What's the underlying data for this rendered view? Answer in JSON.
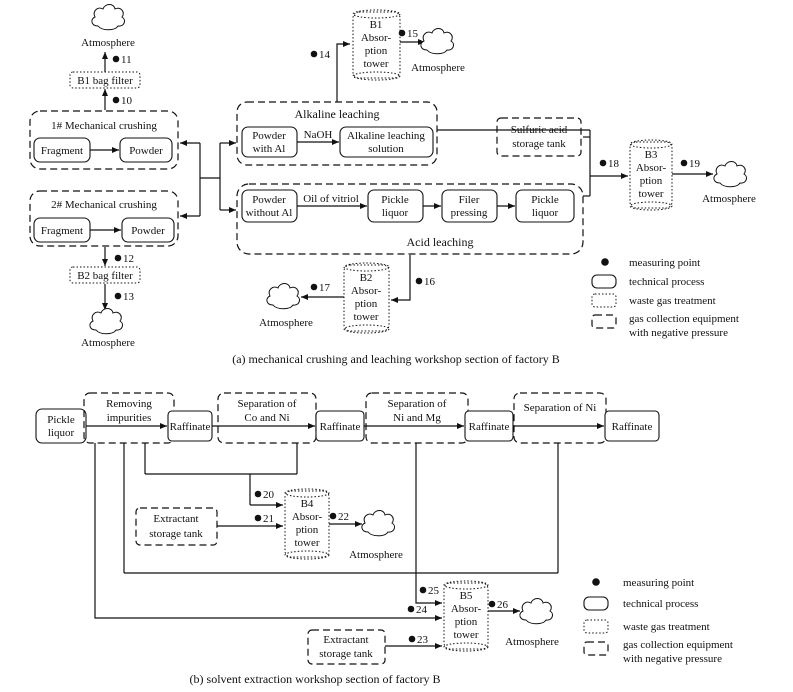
{
  "section_a": {
    "caption": "(a) mechanical crushing and leaching workshop section of factory B",
    "crush1": {
      "title": "1# Mechanical crushing",
      "fragment": "Fragment",
      "powder": "Powder"
    },
    "crush2": {
      "title": "2# Mechanical crushing",
      "fragment": "Fragment",
      "powder": "Powder"
    },
    "bag_filter_1": "B1 bag filter",
    "bag_filter_2": "B2 bag filter",
    "atm": "Atmosphere",
    "alkaline": {
      "title": "Alkaline leaching",
      "powder_l1": "Powder",
      "powder_l2": "with Al",
      "reagent": "NaOH",
      "solution_l1": "Alkaline leaching",
      "solution_l2": "solution"
    },
    "acid": {
      "title": "Acid leaching",
      "powder_l1": "Powder",
      "powder_l2": "without Al",
      "reagent": "Oil of vitriol",
      "pickle1_l1": "Pickle",
      "pickle1_l2": "liquor",
      "filter_l1": "Filer",
      "filter_l2": "pressing",
      "pickle2_l1": "Pickle",
      "pickle2_l2": "liquor"
    },
    "sulfuric_tank": {
      "l1": "Sulfuric acid",
      "l2": "storage tank"
    },
    "tower_b1": {
      "l1": "B1",
      "l2": "Absor-",
      "l3": "ption",
      "l4": "tower"
    },
    "tower_b2": {
      "l1": "B2",
      "l2": "Absor-",
      "l3": "ption",
      "l4": "tower"
    },
    "tower_b3": {
      "l1": "B3",
      "l2": "Absor-",
      "l3": "ption",
      "l4": "tower"
    },
    "points": {
      "p10": "10",
      "p11": "11",
      "p12": "12",
      "p13": "13",
      "p14": "14",
      "p15": "15",
      "p16": "16",
      "p17": "17",
      "p18": "18",
      "p19": "19"
    },
    "legend": {
      "measuring": "measuring point",
      "technical": "technical process",
      "waste": "waste gas treatment",
      "gas_l1": "gas collection equipment",
      "gas_l2": "with negative pressure"
    }
  },
  "section_b": {
    "caption": "(b) solvent extraction workshop section of factory B",
    "pickle_l1": "Pickle",
    "pickle_l2": "liquor",
    "removing": "Removing",
    "impurities": "impurities",
    "sep_co_l1": "Separation of",
    "sep_co_l2": "Co and Ni",
    "sep_ni_mg_l1": "Separation of",
    "sep_ni_mg_l2": "Ni and Mg",
    "sep_ni": "Separation of Ni",
    "raffinate": "Raffinate",
    "extractant_1": {
      "l1": "Extractant",
      "l2": "storage tank"
    },
    "extractant_2": {
      "l1": "Extractant",
      "l2": "storage tank"
    },
    "tower_b4": {
      "l1": "B4",
      "l2": "Absor-",
      "l3": "ption",
      "l4": "tower"
    },
    "tower_b5": {
      "l1": "B5",
      "l2": "Absor-",
      "l3": "ption",
      "l4": "tower"
    },
    "atm": "Atmosphere",
    "points": {
      "p20": "20",
      "p21": "21",
      "p22": "22",
      "p23": "23",
      "p24": "24",
      "p25": "25",
      "p26": "26"
    },
    "legend": {
      "measuring": "measuring point",
      "technical": "technical process",
      "waste": "waste gas treatment",
      "gas_l1": "gas collection equipment",
      "gas_l2": "with negative pressure"
    }
  }
}
